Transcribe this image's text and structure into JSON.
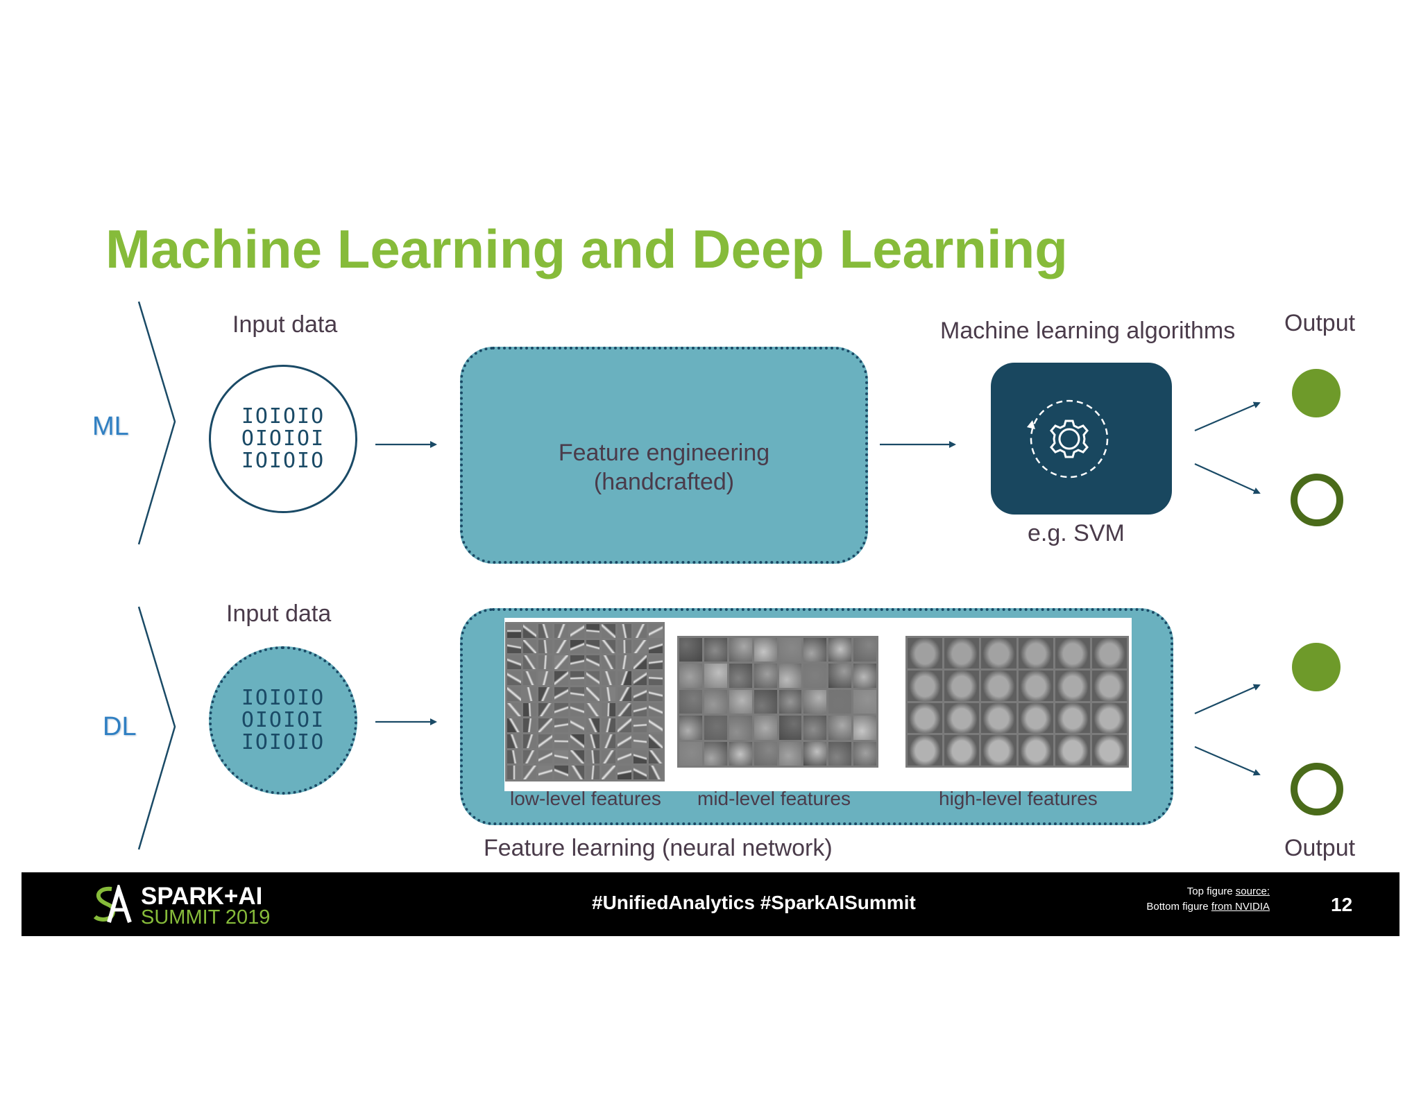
{
  "slide": {
    "title": "Machine Learning and Deep Learning",
    "page_number": "12"
  },
  "ml_row": {
    "row_label": "ML",
    "input_label": "Input data",
    "binary_lines": [
      "IOIOIO",
      "OIOIOI",
      "IOIOIO"
    ],
    "feature_box_line1": "Feature engineering",
    "feature_box_line2": "(handcrafted)",
    "algorithms_label": "Machine learning algorithms",
    "algorithm_example": "e.g. SVM",
    "output_label": "Output",
    "icons": [
      "gear-cycle-icon"
    ]
  },
  "dl_row": {
    "row_label": "DL",
    "input_label": "Input data",
    "binary_lines": [
      "IOIOIO",
      "OIOIOI",
      "IOIOIO"
    ],
    "feature_labels": {
      "low": "low-level features",
      "mid": "mid-level features",
      "high": "high-level features"
    },
    "feature_box_caption": "Feature learning (neural network)",
    "output_label": "Output"
  },
  "footer": {
    "logo_line1": "SPARK+AI",
    "logo_line2": "SUMMIT 2019",
    "hashtags": "#UnifiedAnalytics #SparkAISummit",
    "source_line1_prefix": "Top figure ",
    "source_line1_link": "source:",
    "source_line2_prefix": "Bottom figure ",
    "source_line2_link": "from NVIDIA"
  },
  "colors": {
    "title_green": "#86bb3a",
    "teal_box": "#6ab1bf",
    "navy": "#19475f",
    "output_green": "#6e9a2a",
    "output_ring": "#4a6b1a",
    "row_label_blue": "#2f7fc2"
  }
}
